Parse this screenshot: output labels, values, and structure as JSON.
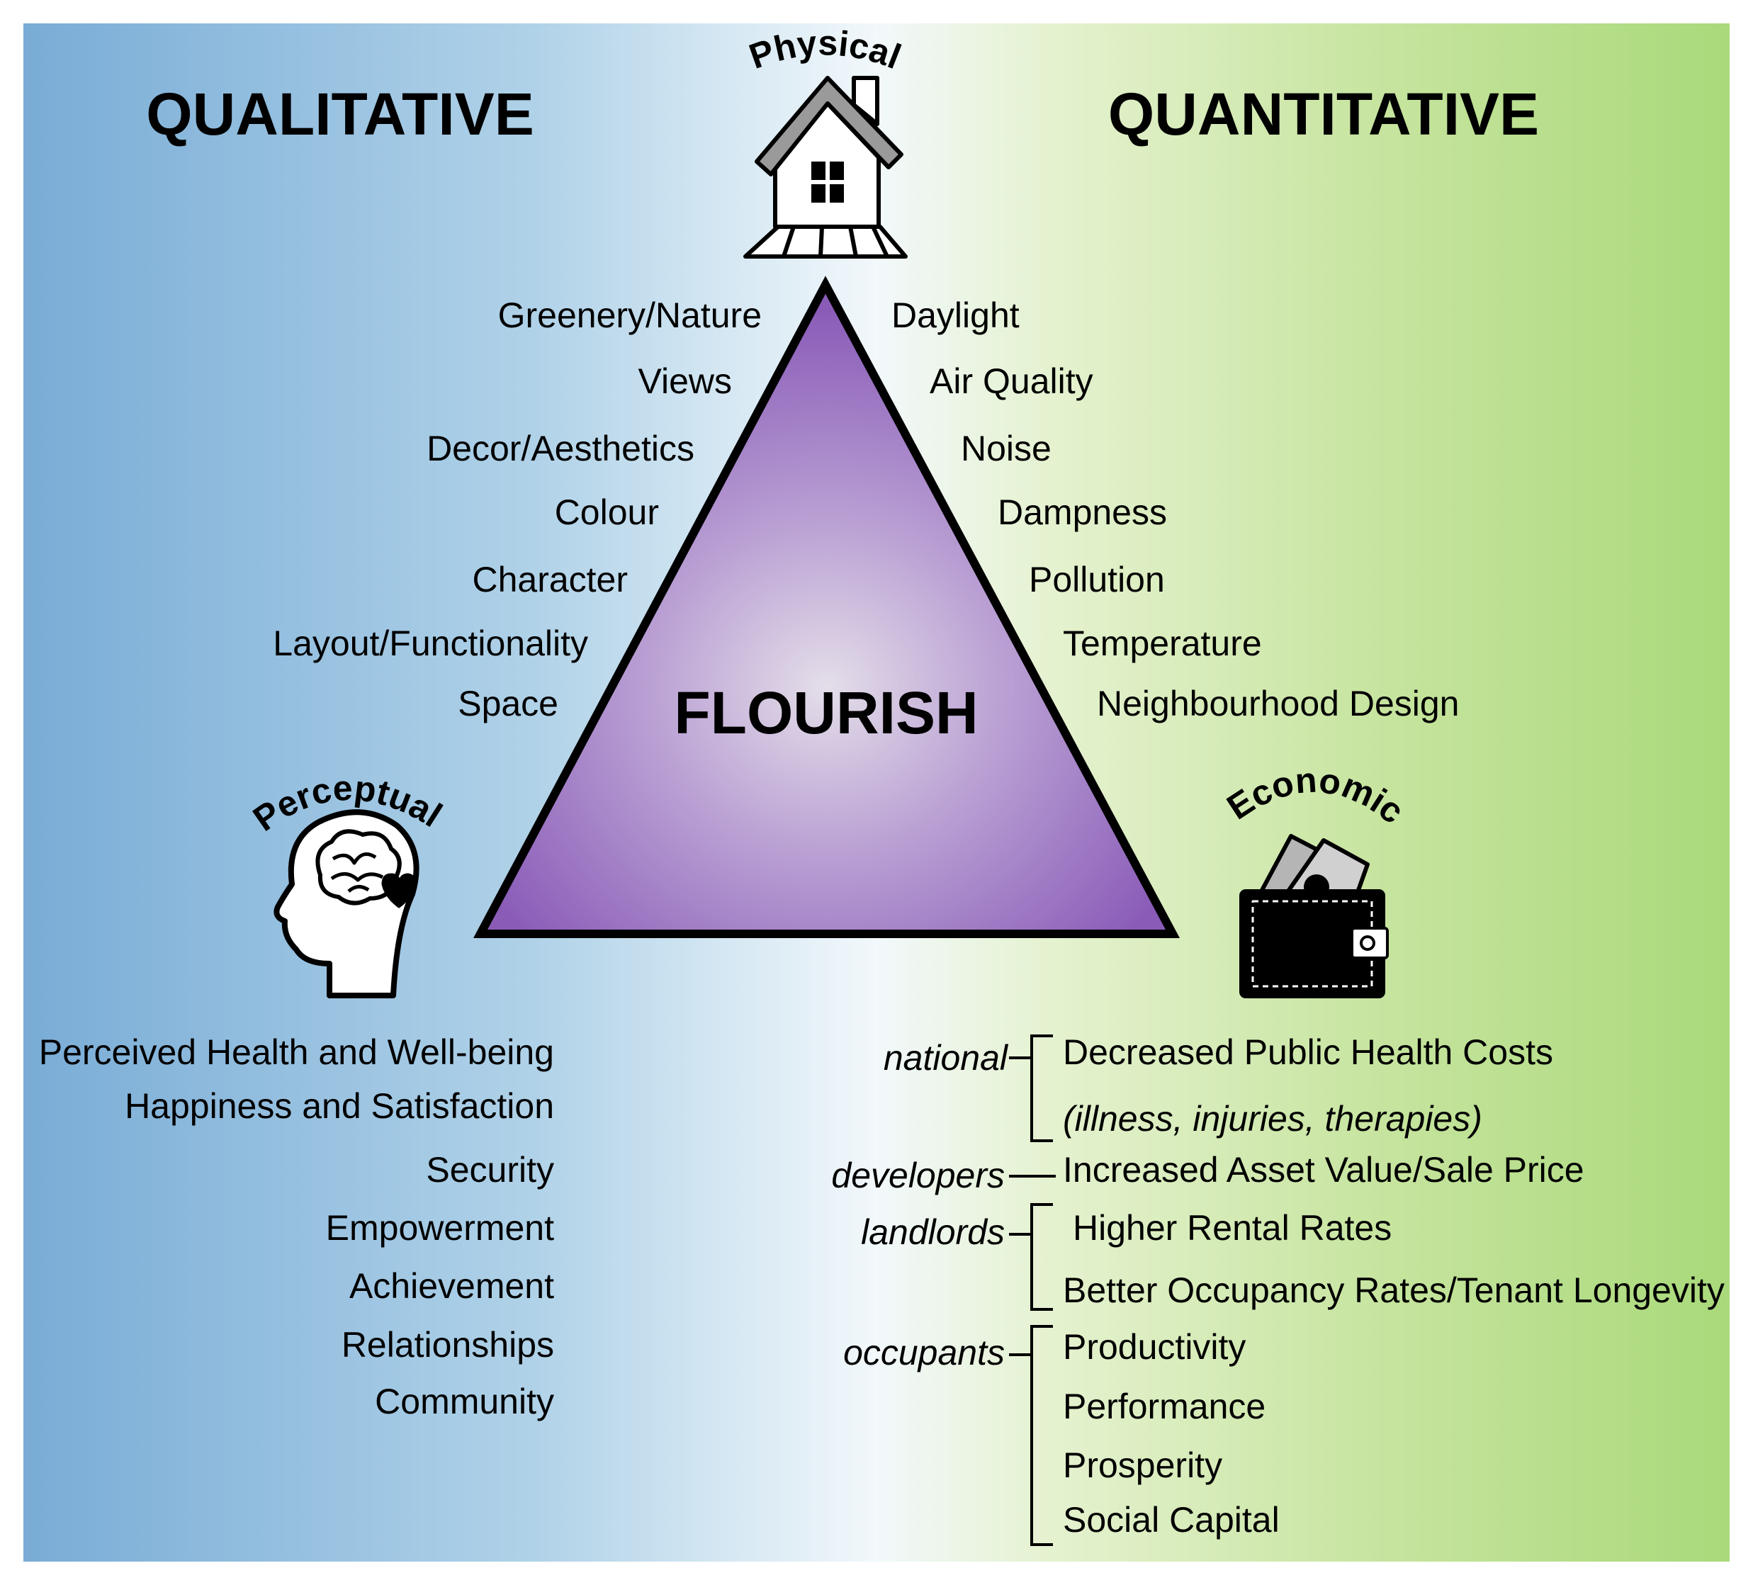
{
  "headings": {
    "qualitative": "QUALITATIVE",
    "quantitative": "QUANTITATIVE",
    "center": "FLOURISH"
  },
  "vertices": {
    "physical": {
      "label": "Physical",
      "icon": "house-icon"
    },
    "perceptual": {
      "label": "Perceptual",
      "icon": "head-brain-heart-icon"
    },
    "economic": {
      "label": "Economic",
      "icon": "wallet-icon"
    }
  },
  "qualitative_factors": [
    "Greenery/Nature",
    "Views",
    "Decor/Aesthetics",
    "Colour",
    "Character",
    "Layout/Functionality",
    "Space"
  ],
  "quantitative_factors": [
    "Daylight",
    "Air Quality",
    "Noise",
    "Dampness",
    "Pollution",
    "Temperature",
    "Neighbourhood Design"
  ],
  "perceptual_outcomes": [
    "Perceived Health and Well-being",
    "Happiness and Satisfaction",
    "Security",
    "Empowerment",
    "Achievement",
    "Relationships",
    "Community"
  ],
  "economic_groups": [
    {
      "group": "national",
      "items": [
        "Decreased Public Health Costs",
        "(illness, injuries, therapies)"
      ]
    },
    {
      "group": "developers",
      "items": [
        "Increased Asset Value/Sale Price"
      ]
    },
    {
      "group": "landlords",
      "items": [
        "Higher Rental Rates",
        "Better Occupancy Rates/Tenant Longevity"
      ]
    },
    {
      "group": "occupants",
      "items": [
        "Productivity",
        "Performance",
        "Prosperity",
        "Social Capital"
      ]
    }
  ],
  "colors": {
    "left_blue": "#79acd6",
    "right_green": "#a9d97a",
    "triangle_edge": "#8a5cb8",
    "triangle_center": "#e2dce8",
    "outline": "#000000"
  }
}
